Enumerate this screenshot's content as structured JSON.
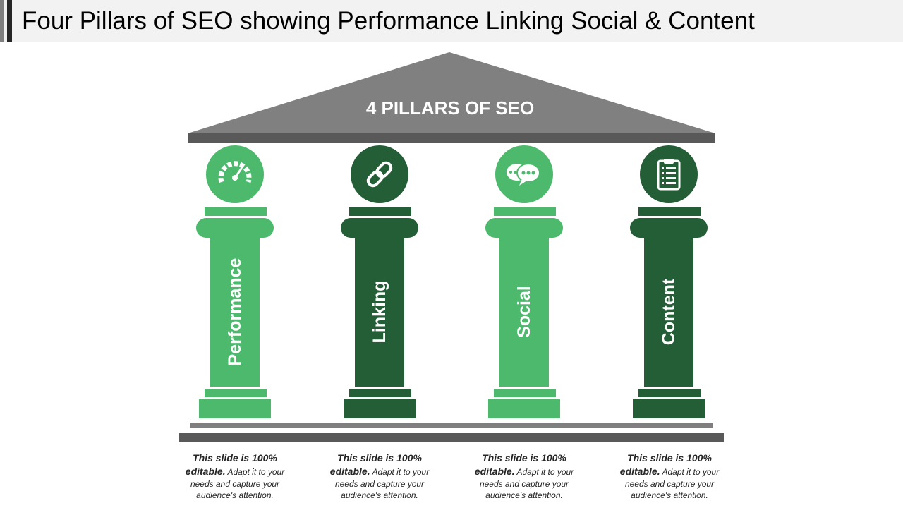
{
  "title": "Four Pillars of SEO showing Performance Linking Social & Content",
  "roof_label": "4 PILLARS OF SEO",
  "colors": {
    "light_green": "#4cb96d",
    "dark_green": "#245e37",
    "roof_gray": "#808080",
    "beam_gray": "#595959"
  },
  "pillars": [
    {
      "label": "Performance",
      "icon": "speedometer-icon",
      "color": "#4cb96d"
    },
    {
      "label": "Linking",
      "icon": "link-icon",
      "color": "#245e37"
    },
    {
      "label": "Social",
      "icon": "chat-bubbles-icon",
      "color": "#4cb96d"
    },
    {
      "label": "Content",
      "icon": "clipboard-list-icon",
      "color": "#245e37"
    }
  ],
  "captions": [
    {
      "bold": "This slide is 100% editable.",
      "text": "Adapt it to your needs and capture your audience's attention."
    },
    {
      "bold": "This slide is 100% editable.",
      "text": "Adapt it to your needs and capture your audience's attention."
    },
    {
      "bold": "This slide is 100% editable.",
      "text": "Adapt it to your needs and capture your audience's attention."
    },
    {
      "bold": "This slide is 100% editable.",
      "text": "Adapt it to your needs and capture your audience's attention."
    }
  ]
}
